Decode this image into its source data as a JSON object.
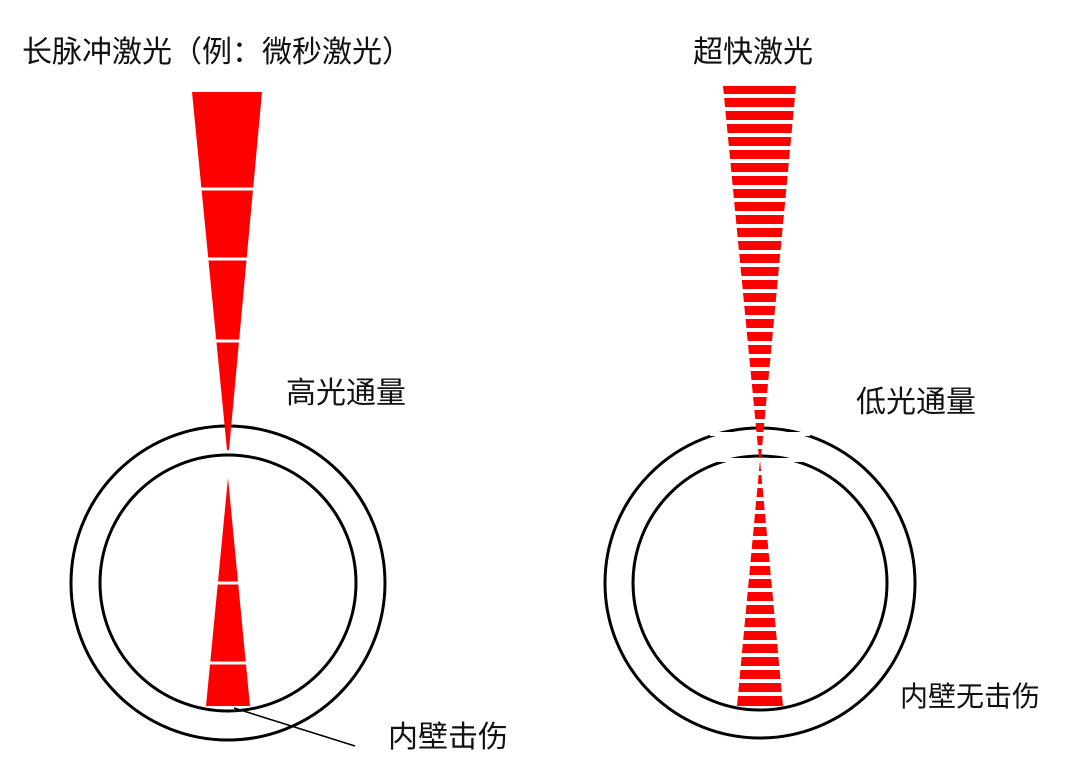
{
  "left": {
    "title": "长脉冲激光（例：微秒激光）",
    "fluence_label": "高光通量",
    "damage_label": "内壁击伤"
  },
  "right": {
    "title": "超快激光",
    "fluence_label": "低光通量",
    "damage_label": "内壁无击伤"
  },
  "colors": {
    "beam": "#ff0000",
    "outline": "#000000",
    "background": "#ffffff"
  }
}
